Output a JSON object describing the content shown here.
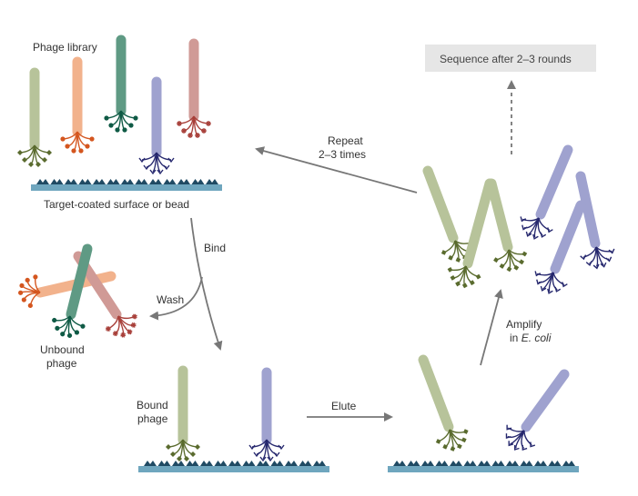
{
  "labels": {
    "phage_library": "Phage library",
    "target_surface": "Target-coated surface or bead",
    "bind": "Bind",
    "wash": "Wash",
    "unbound_1": "Unbound",
    "unbound_2": "phage",
    "bound_1": "Bound",
    "bound_2": "phage",
    "elute": "Elute",
    "amplify_1": "Amplify",
    "amplify_2": "in ",
    "amplify_italic": "E. coli",
    "repeat_1": "Repeat",
    "repeat_2": "2–3 times",
    "sequence": "Sequence after 2–3 rounds"
  },
  "colors": {
    "sage": "#b7c39a",
    "sage_dark": "#5a6b2e",
    "peach": "#f2b28c",
    "orange_dark": "#d4561f",
    "teal": "#5f9a84",
    "teal_dark": "#0f5a45",
    "periwinkle": "#9fa2cf",
    "navy": "#26286e",
    "rose": "#d09a96",
    "rose_dark": "#a8403a",
    "surface": "#6fa6be",
    "notch": "#1f4a63",
    "arrow": "#777777",
    "seq_box": "#e6e6e6"
  }
}
